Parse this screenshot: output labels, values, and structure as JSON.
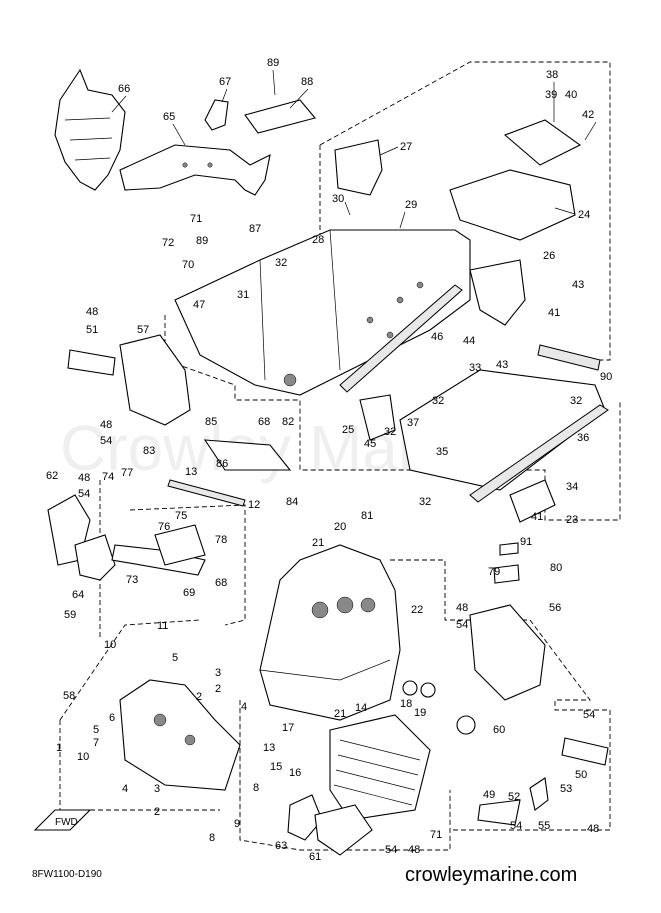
{
  "diagram_code": "8FW1100-D190",
  "website": "crowleymarine.com",
  "watermark": "Crowley Marine",
  "fwd_label": "FWD",
  "callouts": [
    "66",
    "65",
    "67",
    "89",
    "88",
    "38",
    "39",
    "40",
    "42",
    "27",
    "24",
    "30",
    "29",
    "28",
    "87",
    "71",
    "72",
    "89",
    "70",
    "32",
    "26",
    "43",
    "31",
    "47",
    "46",
    "41",
    "44",
    "43",
    "48",
    "51",
    "57",
    "90",
    "33",
    "32",
    "37",
    "32",
    "36",
    "48",
    "54",
    "85",
    "68",
    "82",
    "25",
    "45",
    "32",
    "86",
    "84",
    "35",
    "62",
    "48",
    "54",
    "74",
    "77",
    "83",
    "13",
    "12",
    "34",
    "41",
    "23",
    "32",
    "76",
    "75",
    "78",
    "21",
    "20",
    "81",
    "91",
    "79",
    "80",
    "73",
    "68",
    "69",
    "64",
    "59",
    "58",
    "10",
    "11",
    "5",
    "2",
    "3",
    "2",
    "4",
    "56",
    "48",
    "54",
    "22",
    "18",
    "19",
    "60",
    "17",
    "21",
    "14",
    "13",
    "15",
    "16",
    "8",
    "9",
    "8",
    "4",
    "3",
    "2",
    "63",
    "61",
    "54",
    "48",
    "71",
    "53",
    "55",
    "52",
    "49",
    "54",
    "50",
    "54",
    "48",
    "1",
    "7",
    "6",
    "5",
    "10"
  ]
}
